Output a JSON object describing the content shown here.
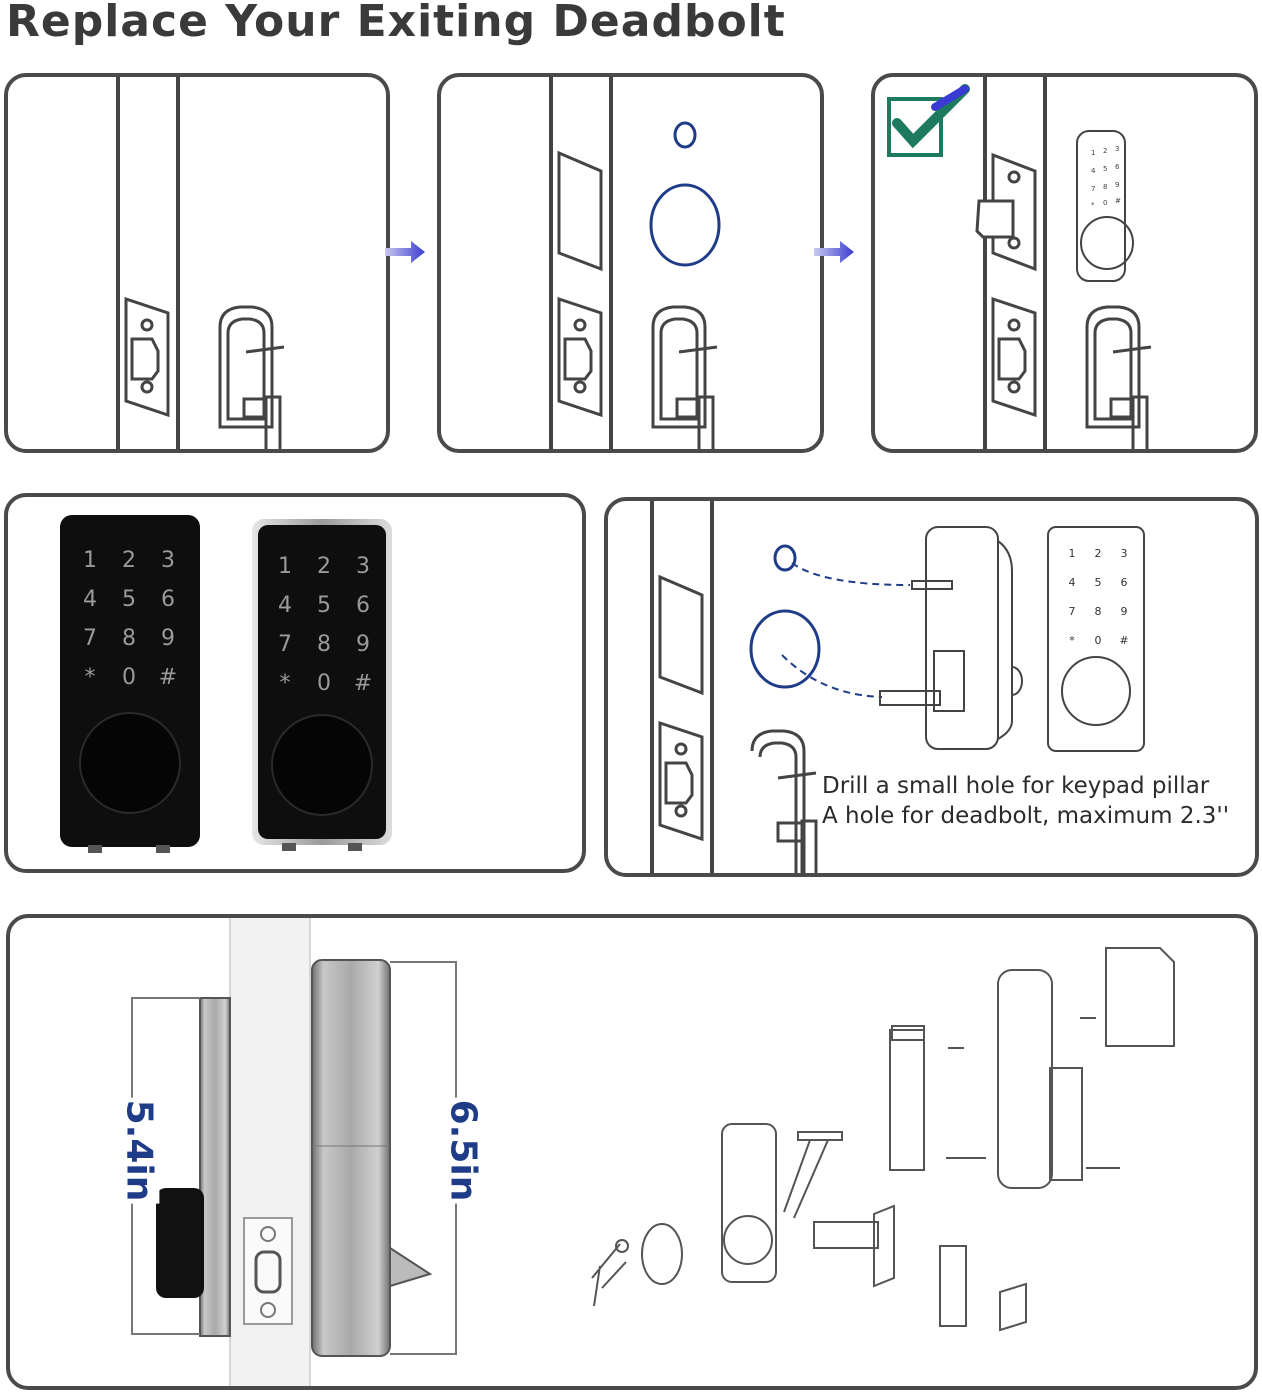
{
  "header": {
    "title": "Replace Your Exiting Deadbolt"
  },
  "keypad": {
    "digits": [
      "1",
      "2",
      "3",
      "4",
      "5",
      "6",
      "7",
      "8",
      "9",
      "*",
      "0",
      "#"
    ]
  },
  "install_note": {
    "line1": "Drill a small hole for keypad pillar",
    "line2": "A hole for deadbolt, maximum 2.3''"
  },
  "dimensions": {
    "inside_height": "5.4in",
    "outside_height": "6.5in"
  },
  "colors": {
    "outline": "#4a4a4a",
    "accent_blue": "#1f3c88",
    "arrow_blue": "#3b3bd0",
    "check_green": "#1e7a5e",
    "check_blue": "#3a3ad4"
  }
}
